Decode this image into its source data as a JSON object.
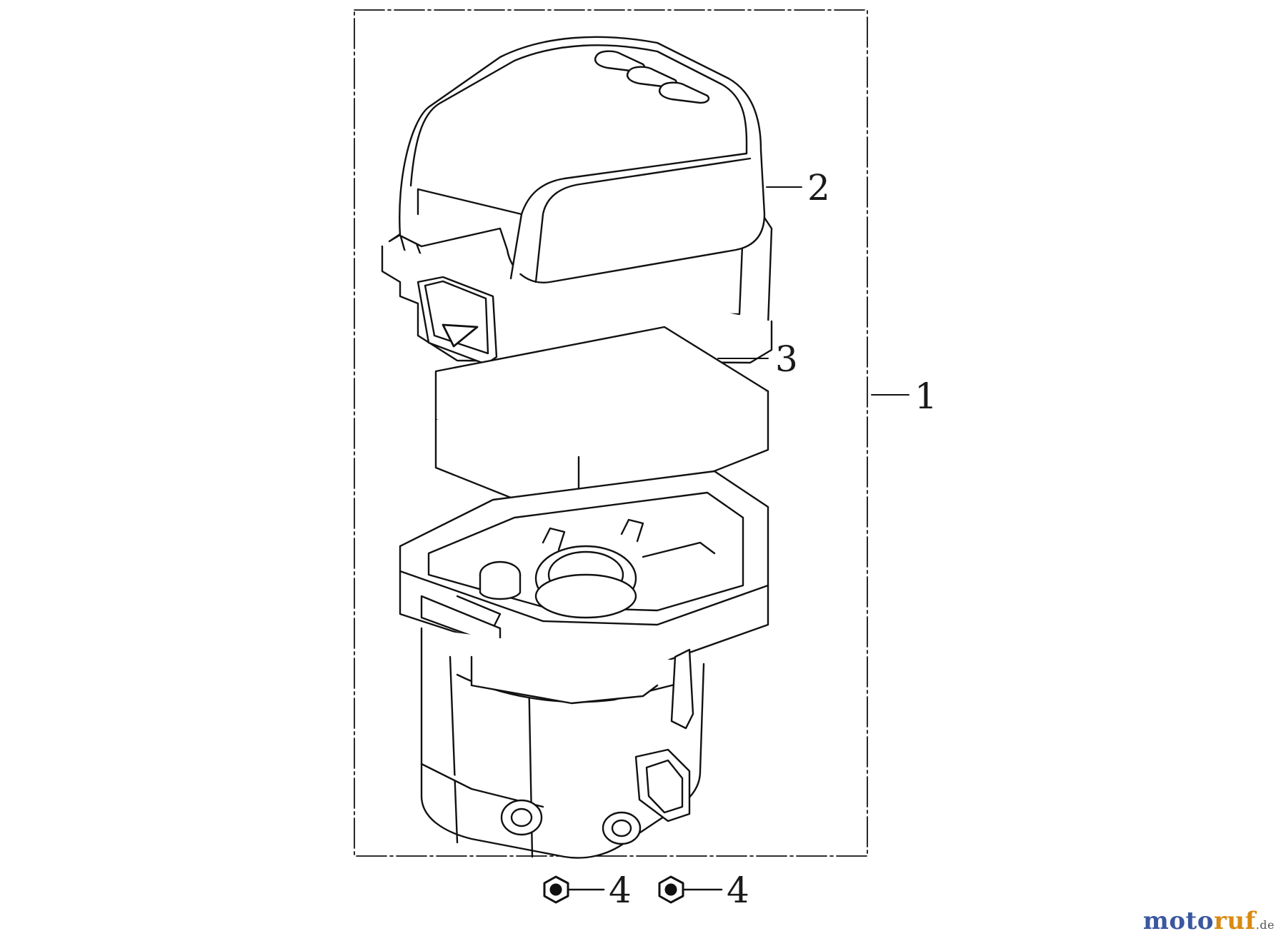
{
  "callouts": {
    "assembly": "1",
    "cover": "2",
    "filter_element": "3",
    "nut_left": "4",
    "nut_right": "4"
  },
  "watermark": {
    "part1": "moto",
    "part2": "ruf",
    "suffix": ".de",
    "colors": {
      "moto": "#3a57a0",
      "ruf": "#d98a12",
      "suffix": "#555555"
    }
  }
}
